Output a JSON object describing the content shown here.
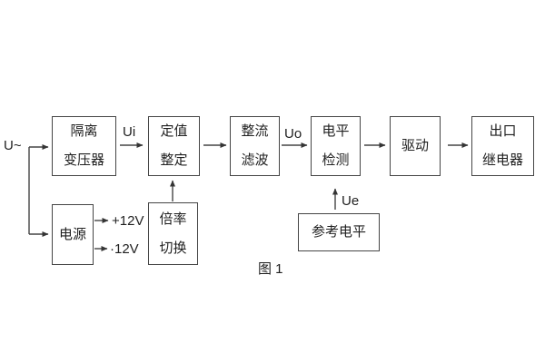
{
  "figure": {
    "caption": "图 1",
    "background_color": "#ffffff",
    "line_color": "#3f3f3f",
    "text_color": "#1f1f1f"
  },
  "blocks": [
    {
      "id": "isolation-transformer",
      "lines": [
        "隔离",
        "变压器"
      ]
    },
    {
      "id": "setpoint-adjust",
      "lines": [
        "定值",
        "整定"
      ]
    },
    {
      "id": "rectifier-filter",
      "lines": [
        "整流",
        "滤波"
      ]
    },
    {
      "id": "level-detect",
      "lines": [
        "电平",
        "检测"
      ]
    },
    {
      "id": "drive",
      "lines": [
        "驱动"
      ]
    },
    {
      "id": "output-relay",
      "lines": [
        "出口",
        "继电器"
      ]
    },
    {
      "id": "power-supply",
      "lines": [
        "电源"
      ]
    },
    {
      "id": "ratio-switch",
      "lines": [
        "倍率",
        "切换"
      ]
    },
    {
      "id": "reference-level",
      "lines": [
        "参考电平"
      ]
    }
  ],
  "signals": {
    "input": "U~",
    "ui": "Ui",
    "uo": "Uo",
    "ue": "Ue",
    "plus12": "+12V",
    "minus12": "·12V"
  }
}
